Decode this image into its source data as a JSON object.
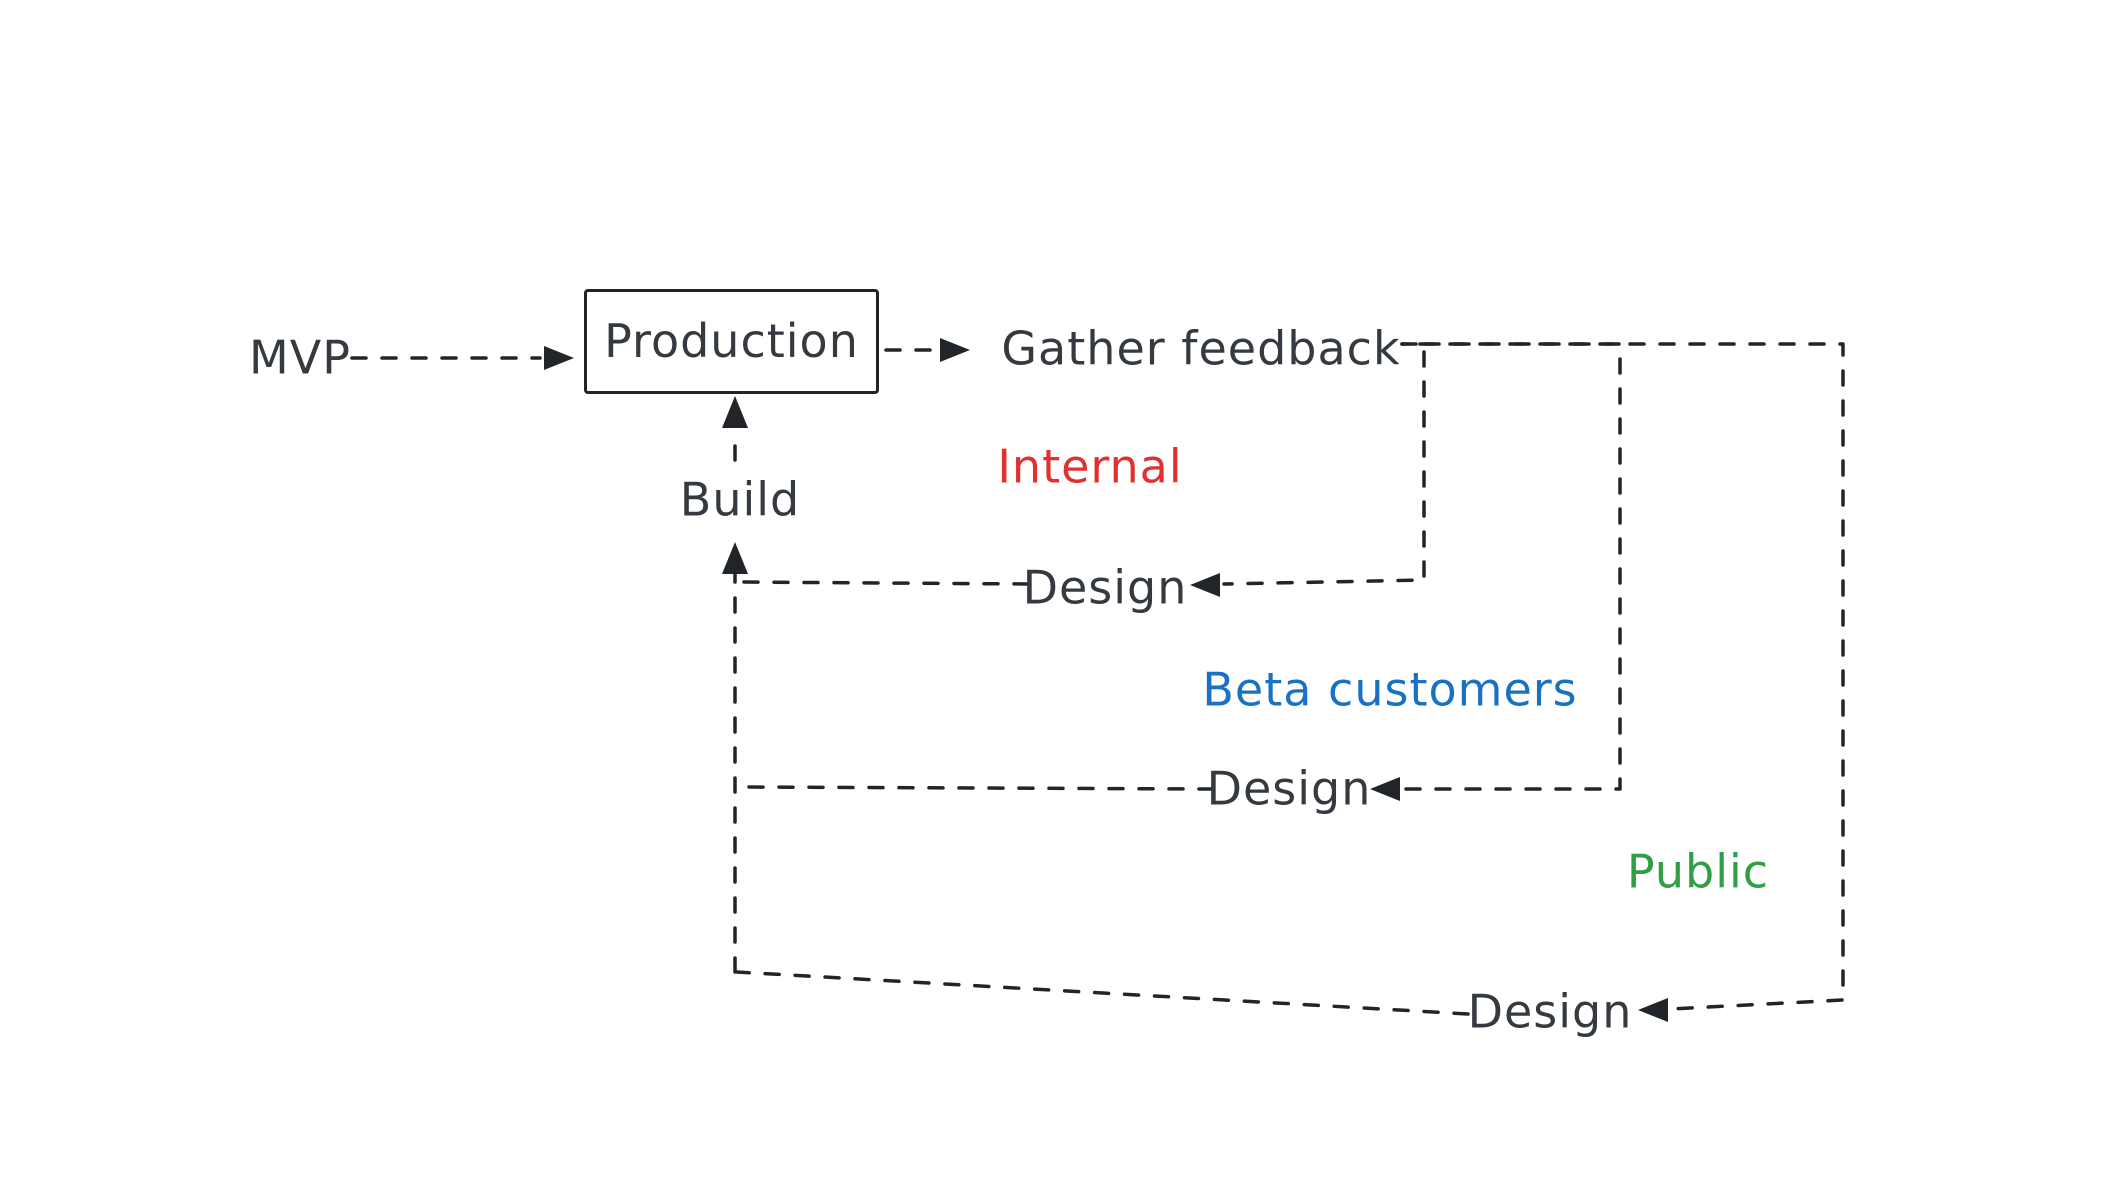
{
  "diagram": {
    "background": "#ffffff",
    "colors": {
      "stroke": "#212529",
      "text": "#343a40"
    },
    "nodes": {
      "mvp": {
        "label": "MVP"
      },
      "production": {
        "label": "Production"
      },
      "gather_feedback": {
        "label": "Gather feedback"
      },
      "build": {
        "label": "Build"
      }
    },
    "loops": [
      {
        "id": "internal",
        "audience_label": "Internal",
        "action_label": "Design",
        "color": "#e03131"
      },
      {
        "id": "beta",
        "audience_label": "Beta customers",
        "action_label": "Design",
        "color": "#1971c2"
      },
      {
        "id": "public",
        "audience_label": "Public",
        "action_label": "Design",
        "color": "#2f9e44"
      }
    ]
  }
}
